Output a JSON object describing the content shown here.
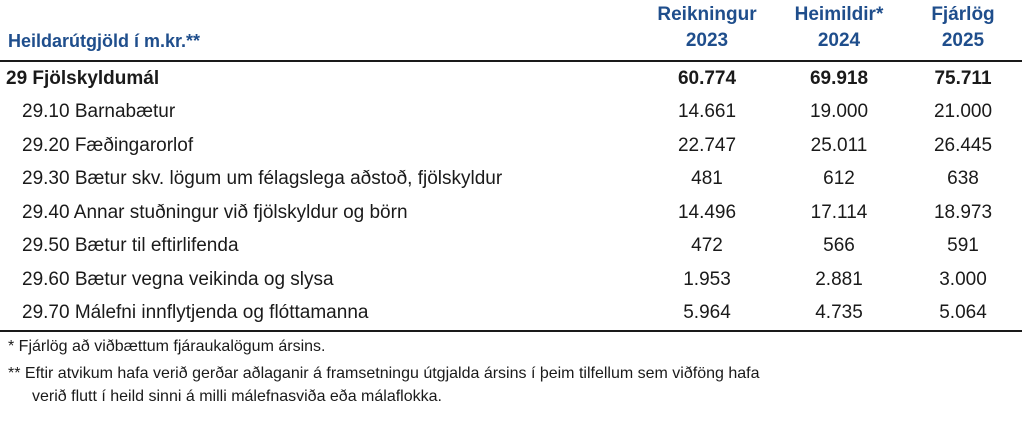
{
  "table": {
    "header_label": "Heildarútgjöld í m.kr.**",
    "columns": [
      {
        "line1": "Reikningur",
        "line2": "2023"
      },
      {
        "line1": "Heimildir*",
        "line2": "2024"
      },
      {
        "line1": "Fjárlög",
        "line2": "2025"
      }
    ],
    "rows": [
      {
        "label": "29 Fjölskyldumál",
        "v1": "60.774",
        "v2": "69.918",
        "v3": "75.711"
      },
      {
        "label": "29.10 Barnabætur",
        "v1": "14.661",
        "v2": "19.000",
        "v3": "21.000"
      },
      {
        "label": "29.20 Fæðingarorlof",
        "v1": "22.747",
        "v2": "25.011",
        "v3": "26.445"
      },
      {
        "label": "29.30 Bætur skv. lögum um félagslega aðstoð, fjölskyldur",
        "v1": "481",
        "v2": "612",
        "v3": "638"
      },
      {
        "label": "29.40 Annar stuðningur við fjölskyldur og börn",
        "v1": "14.496",
        "v2": "17.114",
        "v3": "18.973"
      },
      {
        "label": "29.50 Bætur til eftirlifenda",
        "v1": "472",
        "v2": "566",
        "v3": "591"
      },
      {
        "label": "29.60 Bætur vegna veikinda og slysa",
        "v1": "1.953",
        "v2": "2.881",
        "v3": "3.000"
      },
      {
        "label": "29.70 Málefni innflytjenda og flóttamanna",
        "v1": "5.964",
        "v2": "4.735",
        "v3": "5.064"
      }
    ]
  },
  "notes": {
    "note1": "* Fjárlög að viðbættum fjáraukalögum ársins.",
    "note2_line1": "** Eftir atvikum hafa verið gerðar aðlaganir á framsetningu útgjalda ársins í þeim tilfellum sem viðföng hafa",
    "note2_line2": "verið flutt í heild sinni á milli málefnasviða eða málaflokka."
  }
}
